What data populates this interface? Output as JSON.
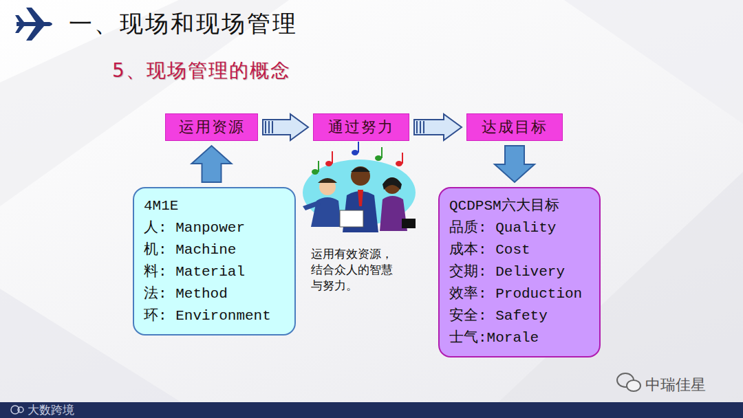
{
  "diagram": {
    "title": "一、现场和现场管理",
    "nodes": [
      {
        "text": [
          "运用资源"
        ]
      },
      {
        "text": [
          "通过努力"
        ]
      },
      {
        "text": [
          "达成目标"
        ]
      },
      {
        "text": [
          "4M1E",
          "人: Manpower",
          "机: Machine",
          "料: Material",
          "法: Method",
          "环: Environment"
        ]
      },
      {
        "text": [
          "QCDPSM六大目标",
          "品质: Quality",
          "成本: Cost",
          "交期: Delivery",
          "效率: Production",
          "安全: Safety",
          "士气:Morale"
        ]
      }
    ],
    "edges": [
      {
        "from": 0,
        "to": 1,
        "arrow": "to"
      },
      {
        "from": 1,
        "to": 2,
        "arrow": "to"
      },
      {
        "from": 3,
        "to": 0,
        "arrow": "to"
      },
      {
        "from": 2,
        "to": 4,
        "arrow": "to"
      }
    ],
    "labels": [
      "5、现场管理的概念",
      "运用有效资源，结合众人的智慧与努力。",
      "中瑞佳星",
      "大数跨境"
    ]
  }
}
